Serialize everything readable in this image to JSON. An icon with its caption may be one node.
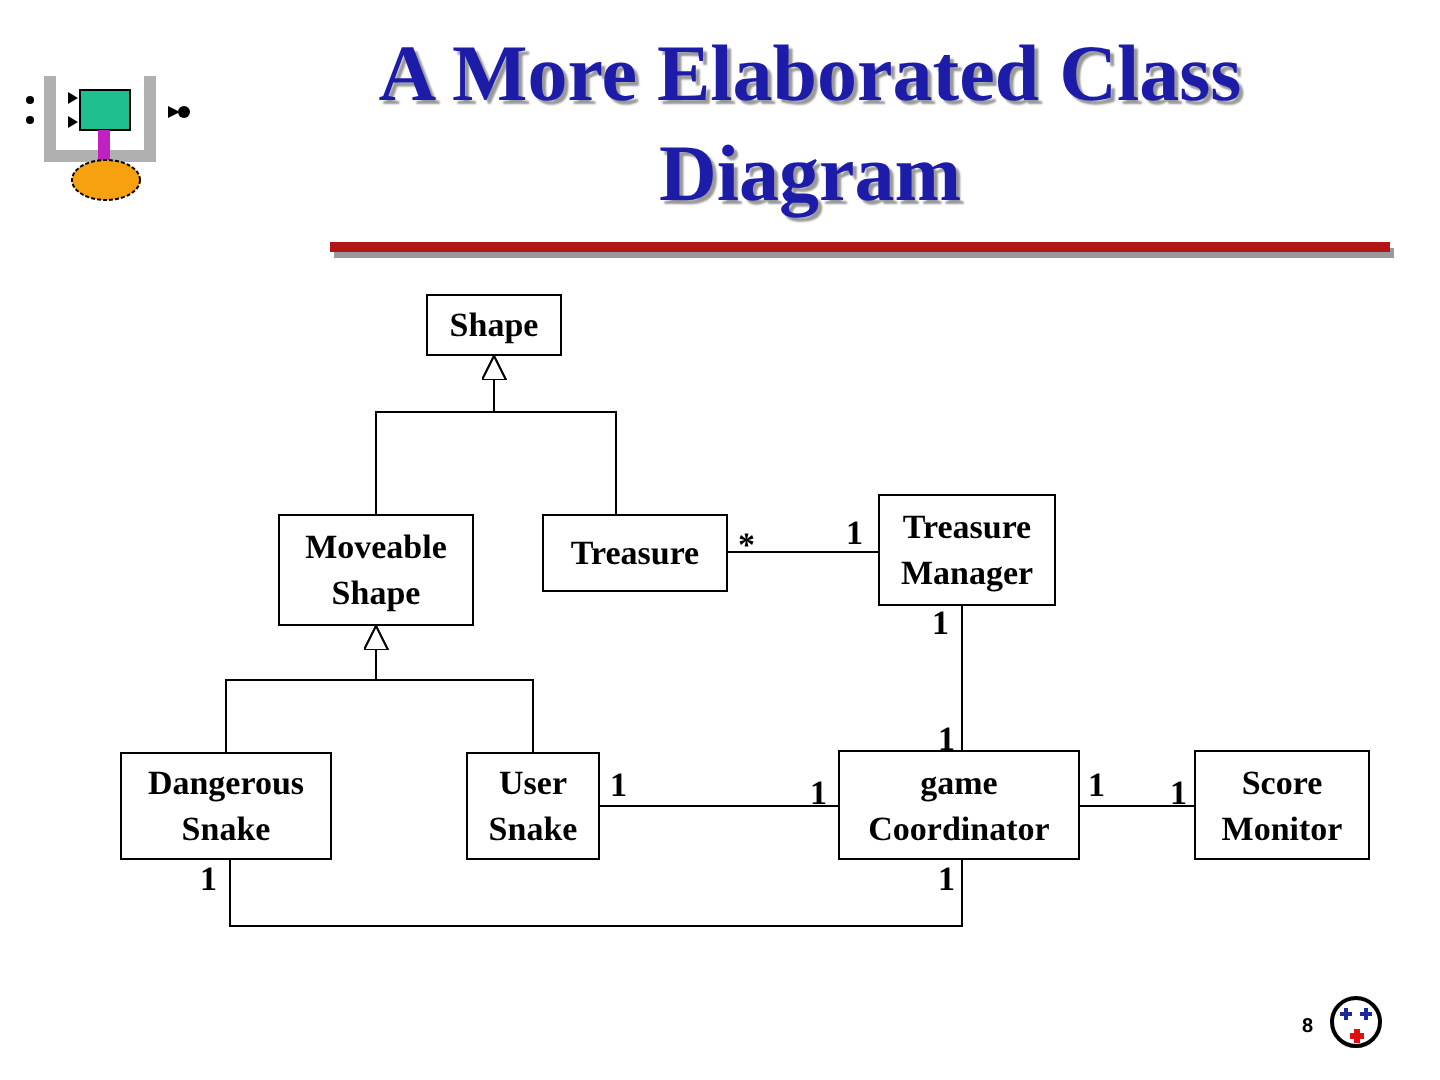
{
  "diagram": {
    "title": "A More Elaborated Class Diagram",
    "nodes": [
      {
        "text": [
          "Shape"
        ]
      },
      {
        "text": [
          "Moveable Shape"
        ]
      },
      {
        "text": [
          "Treasure"
        ]
      },
      {
        "text": [
          "Treasure Manager"
        ]
      },
      {
        "text": [
          "Dangerous Snake"
        ]
      },
      {
        "text": [
          "User Snake"
        ]
      },
      {
        "text": [
          "game Coordinator"
        ]
      },
      {
        "text": [
          "Score Monitor"
        ]
      }
    ],
    "edges": [
      {
        "from": 1,
        "to": 0,
        "arrow": "to"
      },
      {
        "from": 2,
        "to": 0,
        "arrow": "to"
      },
      {
        "from": 4,
        "to": 1,
        "arrow": "to"
      },
      {
        "from": 5,
        "to": 1,
        "arrow": "to"
      },
      {
        "from": 2,
        "to": 3,
        "arrow": "none"
      },
      {
        "from": 3,
        "to": 6,
        "arrow": "none"
      },
      {
        "from": 5,
        "to": 6,
        "arrow": "none"
      },
      {
        "from": 6,
        "to": 7,
        "arrow": "none"
      },
      {
        "from": 4,
        "to": 6,
        "arrow": "none"
      }
    ],
    "labels": [
      "*",
      "1",
      "1",
      "1",
      "1",
      "1",
      "1",
      "1",
      "1",
      "1",
      "8"
    ]
  }
}
